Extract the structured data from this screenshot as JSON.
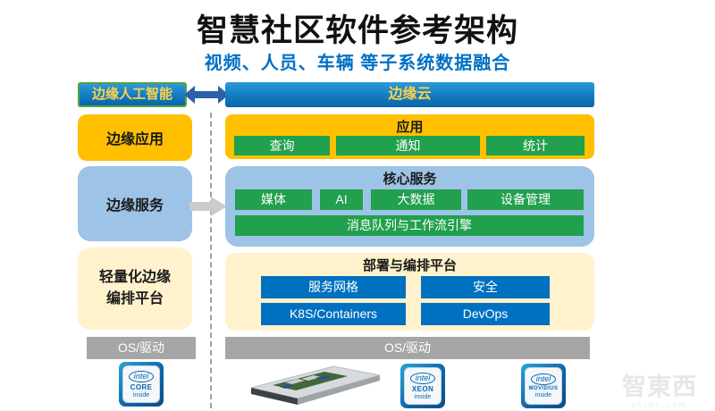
{
  "title": "智慧社区软件参考架构",
  "subtitle": {
    "normal": "视频、人员、车辆 等子系统",
    "bold": "数据融合"
  },
  "headers": {
    "left": "边缘人工智能",
    "right": "边缘云"
  },
  "left_column": {
    "boxes": [
      {
        "label": "边缘应用"
      },
      {
        "label": "边缘服务"
      },
      {
        "label": "轻量化边缘\n编排平台"
      }
    ],
    "os_label": "OS/驱动"
  },
  "right_column": {
    "app_section": {
      "title": "应用",
      "buttons": [
        "查询",
        "通知",
        "统计"
      ]
    },
    "core_section": {
      "title": "核心服务",
      "row1": [
        "媒体",
        "AI",
        "大数据",
        "设备管理"
      ],
      "row2": "消息队列与工作流引擎"
    },
    "deploy_section": {
      "title": "部署与编排平台",
      "buttons": [
        "服务网格",
        "安全",
        "K8S/Containers",
        "DevOps"
      ]
    },
    "os_label": "OS/驱动"
  },
  "logos": {
    "core": {
      "brand": "intel",
      "product": "CORE",
      "tagline": "inside"
    },
    "xeon": {
      "brand": "intel",
      "product": "XEON",
      "tagline": "inside"
    },
    "movidius": {
      "brand": "intel",
      "product": "MOVIDIUS",
      "tagline": "inside"
    },
    "server_icon": "rack-server"
  },
  "watermark": {
    "logo": "智東西",
    "url": "zhidx.com"
  },
  "colors": {
    "yellow": "#FFC000",
    "light_blue": "#9DC3E6",
    "cream": "#FFF2CC",
    "green_button": "#21A04D",
    "blue_button": "#0070C0",
    "gray_bar": "#A6A6A6",
    "header_gradient_top": "#2F9AD8",
    "header_gradient_bottom": "#0A63A8",
    "header_text_gold": "#FFD24A",
    "header_border_green": "#52A43C",
    "subtitle_blue": "#0070C5",
    "arrow_blue": "#2E5FAC"
  }
}
